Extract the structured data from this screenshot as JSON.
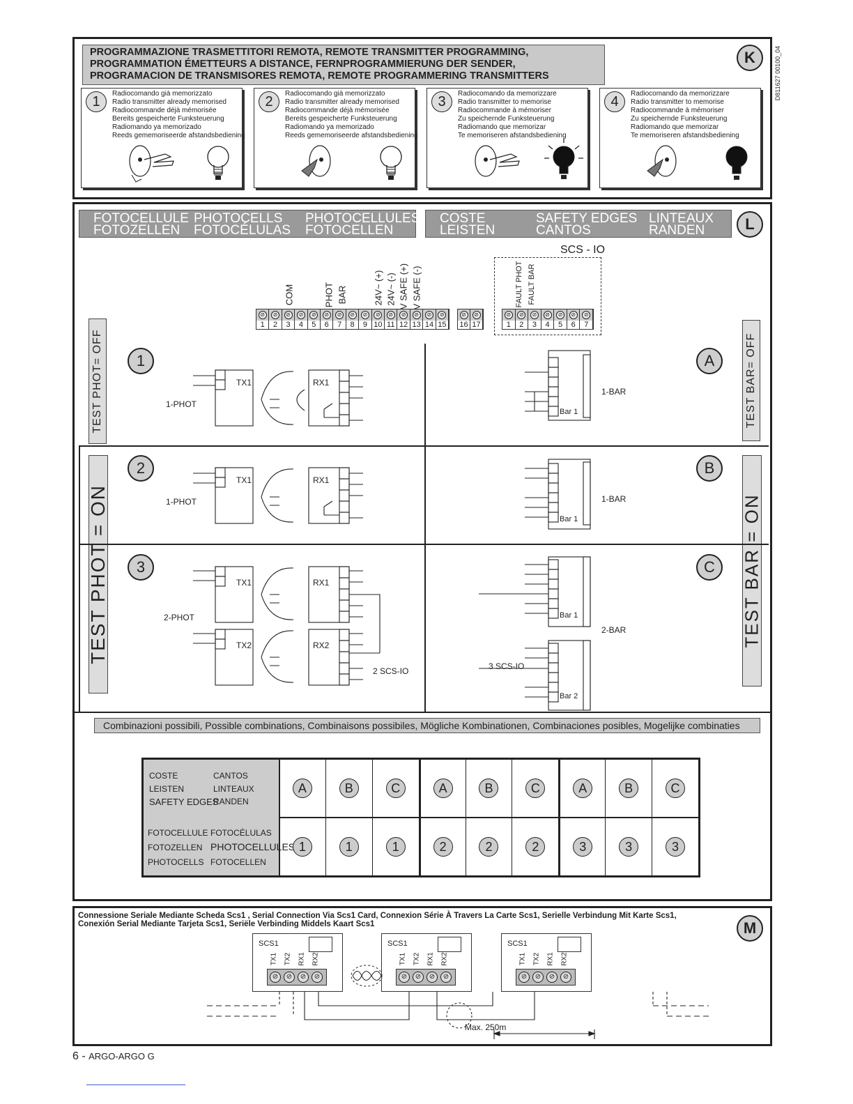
{
  "doc_code": "D811627 00100_04",
  "footer": {
    "page": "6 -",
    "product": "ARGO-ARGO G"
  },
  "section_k": {
    "letter": "K",
    "title_lines": [
      "PROGRAMMAZIONE TRASMETTITORI REMOTA, REMOTE TRANSMITTER PROGRAMMING,",
      "PROGRAMMATION ÉMETTEURS A DISTANCE, FERNPROGRAMMIERUNG DER SENDER,",
      "PROGRAMACION DE TRANSMISORES REMOTA, REMOTE PROGRAMMERING TRANSMITTERS"
    ],
    "steps": [
      {
        "num": "1",
        "text": "Radiocomando già memorizzato\nRadio transmitter already memorised\nRadiocommande déjà mémorisée\nBereits gespeicherte Funksteuerung\nRadiomando ya memorizado\nReeds gememoriseerde afstandsbediening",
        "lamp": "off"
      },
      {
        "num": "2",
        "text": "Radiocomando già memorizzato\nRadio transmitter already memorised\nRadiocommande déjà mémorisée\nBereits gespeicherte Funksteuerung\nRadiomando ya memorizado\nReeds gememoriseerde afstandsbediening",
        "lamp": "off"
      },
      {
        "num": "3",
        "text": "Radiocomando da memorizzare\nRadio transmitter to memorise\nRadiocommande à mémoriser\nZu speichernde Funksteuerung\nRadiomando que memorizar\nTe memoriseren afstandsbediening",
        "lamp": "flashing"
      },
      {
        "num": "4",
        "text": "Radiocomando da memorizzare\nRadio transmitter to memorise\nRadiocommande à mémoriser\nZu speichernde Funksteuerung\nRadiomando que memorizar\nTe memoriseren afstandsbediening",
        "lamp": "on"
      }
    ]
  },
  "section_l": {
    "letter": "L",
    "photocell_header": {
      "col1": [
        "FOTOCELLULE",
        "FOTOZELLEN"
      ],
      "col2": [
        "PHOTOCELLS",
        "FOTOCÉLULAS"
      ],
      "col3": [
        "PHOTOCELLULES",
        "FOTOCELLEN"
      ]
    },
    "edge_header": {
      "col1": [
        "COSTE",
        "LEISTEN"
      ],
      "col2": [
        "SAFETY EDGES",
        "CANTOS"
      ],
      "col3": [
        "LINTEAUX",
        "RANDEN"
      ]
    },
    "scs_io_label": "SCS - IO",
    "terminal_labels": {
      "com": "COM",
      "phot": "PHOT",
      "bar": "BAR",
      "v24p": "24V~ (+)",
      "v24m": "24V~ (-)",
      "vsafep": "V SAFE (+)",
      "vsafem": "V SAFE (-)",
      "fault_phot": "FAULT PHOT",
      "fault_bar": "FAULT BAR"
    },
    "main_terminals": [
      "1",
      "2",
      "3",
      "4",
      "5",
      "6",
      "7",
      "8",
      "9",
      "10",
      "11",
      "12",
      "13",
      "14",
      "15"
    ],
    "aux_terminals": [
      "16",
      "17"
    ],
    "scs_terminals": [
      "1",
      "2",
      "3",
      "4",
      "5",
      "6",
      "7"
    ],
    "test_phot_off": "TEST PHOT= OFF",
    "test_phot_on": "TEST PHOT = ON",
    "test_bar_off": "TEST BAR= OFF",
    "test_bar_on": "TEST BAR = ON",
    "row_numbers": [
      "1",
      "2",
      "3"
    ],
    "row_letters": [
      "A",
      "B",
      "C"
    ],
    "phot_labels": {
      "one": "1-PHOT",
      "two": "2-PHOT"
    },
    "bar_labels": {
      "one": "1-BAR",
      "two": "2-BAR",
      "bar1": "Bar 1",
      "bar2": "Bar 2"
    },
    "tx_labels": [
      "TX1",
      "TX2"
    ],
    "rx_labels": [
      "RX1",
      "RX2"
    ],
    "scs_io_wire_labels": {
      "rx": "2 SCS-IO",
      "bar": "3 SCS-IO"
    },
    "combos_banner": "Combinazioni possibili, Possible combinations, Combinaisons possibiles, Mögliche Kombinationen, Combinaciones posibles, Mogelijke combinaties",
    "combo_table": {
      "edge_labels": {
        "a1": "COSTE",
        "b1": "CANTOS",
        "a2": "LEISTEN",
        "b2": "LINTEAUX",
        "a3": "SAFETY EDGES",
        "b3": "RANDEN"
      },
      "photo_labels": {
        "a1": "FOTOCELLULE",
        "b1": "FOTOCÉLULAS",
        "a2": "FOTOZELLEN",
        "b2": "PHOTOCELLULES",
        "a3": "PHOTOCELLS",
        "b3": "FOTOCELLEN"
      },
      "edge_row": [
        "A",
        "B",
        "C",
        "A",
        "B",
        "C",
        "A",
        "B",
        "C"
      ],
      "photo_row": [
        "1",
        "1",
        "1",
        "2",
        "2",
        "2",
        "3",
        "3",
        "3"
      ]
    }
  },
  "section_m": {
    "letter": "M",
    "title_lines": [
      "Connessione Seriale Mediante Scheda Scs1 , Serial Connection Via Scs1 Card, Connexion Série À Travers La Carte Scs1, Serielle Verbindung Mit Karte Scs1,",
      "Conexión Serial Mediante Tarjeta Scs1,  Seriële Verbinding Middels Kaart Scs1"
    ],
    "card_label": "SCS1",
    "card_terminals": [
      "TX1",
      "TX2",
      "RX1",
      "RX2"
    ],
    "max_distance": "Max. 250m"
  }
}
